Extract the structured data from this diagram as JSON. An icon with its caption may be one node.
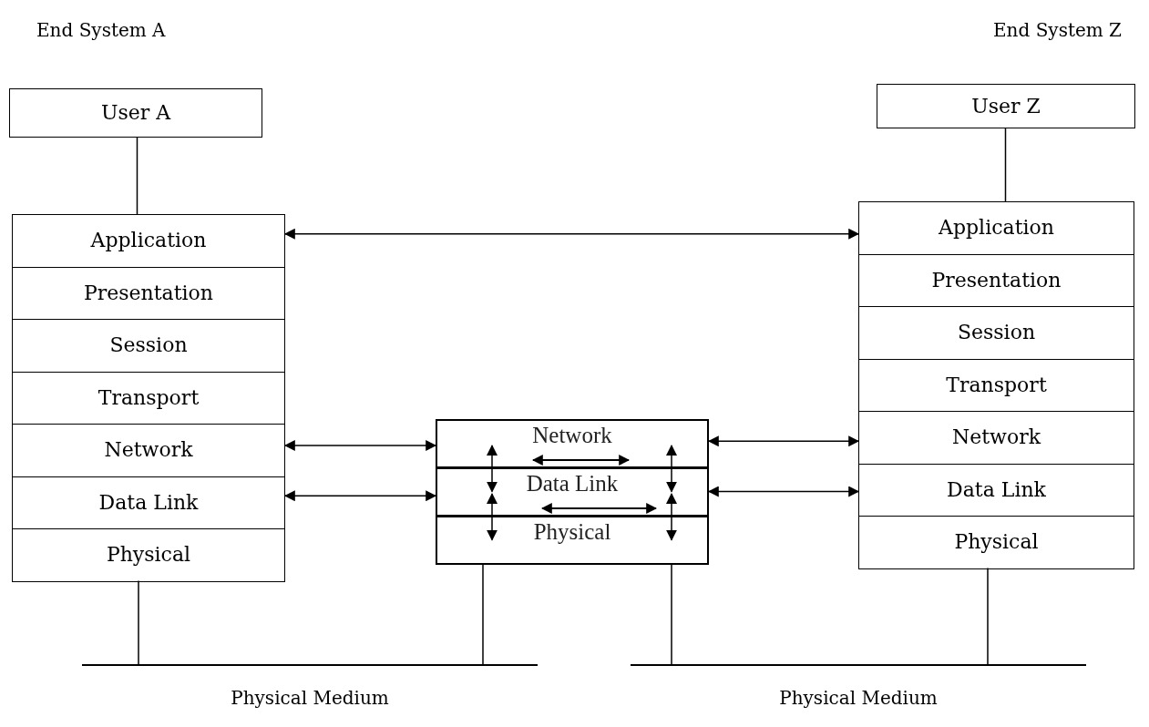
{
  "diagram": {
    "nodes": [
      {
        "text": [
          "User A"
        ]
      },
      {
        "text": [
          "Application"
        ]
      },
      {
        "text": [
          "Presentation"
        ]
      },
      {
        "text": [
          "Session"
        ]
      },
      {
        "text": [
          "Transport"
        ]
      },
      {
        "text": [
          "Network"
        ]
      },
      {
        "text": [
          "Data Link"
        ]
      },
      {
        "text": [
          "Physical"
        ]
      },
      {
        "text": [
          "User Z"
        ]
      },
      {
        "text": [
          "Application"
        ]
      },
      {
        "text": [
          "Presentation"
        ]
      },
      {
        "text": [
          "Session"
        ]
      },
      {
        "text": [
          "Transport"
        ]
      },
      {
        "text": [
          "Network"
        ]
      },
      {
        "text": [
          "Data Link"
        ]
      },
      {
        "text": [
          "Physical"
        ]
      },
      {
        "text": [
          "Network"
        ]
      },
      {
        "text": [
          "Data Link"
        ]
      },
      {
        "text": [
          "Physical"
        ]
      },
      {
        "text": [],
        "shape": "bar",
        "beside": [
          "Physical Medium"
        ]
      },
      {
        "text": [],
        "shape": "bar",
        "beside": [
          "Physical Medium"
        ]
      }
    ],
    "edges": [
      {
        "from": 0,
        "to": 1,
        "arrow": "none"
      },
      {
        "from": 8,
        "to": 9,
        "arrow": "none"
      },
      {
        "from": 1,
        "to": 9,
        "arrow": "both"
      },
      {
        "from": 5,
        "to": 16,
        "arrow": "both"
      },
      {
        "from": 6,
        "to": 17,
        "arrow": "both"
      },
      {
        "from": 16,
        "to": 13,
        "arrow": "both"
      },
      {
        "from": 17,
        "to": 14,
        "arrow": "both"
      },
      {
        "from": 7,
        "to": 19,
        "arrow": "none"
      },
      {
        "from": 15,
        "to": 20,
        "arrow": "none"
      },
      {
        "from": 18,
        "to": 19,
        "arrow": "none"
      },
      {
        "from": 18,
        "to": 20,
        "arrow": "none"
      },
      {
        "from": 16,
        "to": 17,
        "arrow": "both"
      },
      {
        "from": 17,
        "to": 18,
        "arrow": "both"
      },
      {
        "from": 16,
        "to": 17,
        "arrow": "both"
      },
      {
        "from": 17,
        "to": 18,
        "arrow": "both"
      }
    ],
    "labels": [
      "End System A",
      "End System Z"
    ]
  }
}
